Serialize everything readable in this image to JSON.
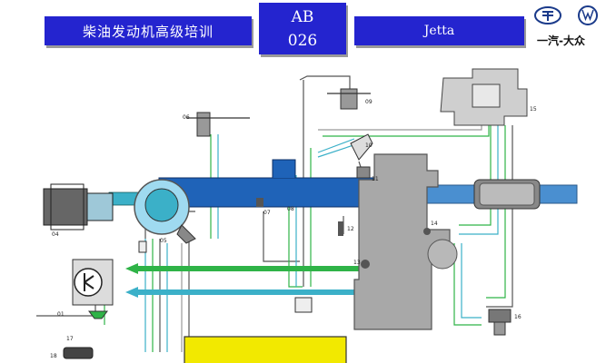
{
  "header": {
    "title": "柴油发动机高级培训",
    "code_line1": "AB",
    "code_line2": "026",
    "model": "Jetta",
    "brand": "一汽-大众",
    "logo_icons": [
      "faw-logo-icon",
      "vw-logo-icon"
    ]
  },
  "diagram": {
    "labels": {
      "c01": "01",
      "c04": "04",
      "c05": "05",
      "c06": "06",
      "c07": "07",
      "c08": "08",
      "c09": "09",
      "c10": "10",
      "c11": "11",
      "c12": "12",
      "c13": "13",
      "c14": "14",
      "c15": "15",
      "c16": "16",
      "c17": "17",
      "c18": "18"
    },
    "colors": {
      "header_blue": "#2424cf",
      "intake_blue": "#1f63b8",
      "exhaust_blue": "#4a8fd0",
      "green_line": "#2fb347",
      "teal_line": "#3bb0c8",
      "engine_gray": "#a8a8a8",
      "ecu_yellow": "#f2e900"
    }
  }
}
